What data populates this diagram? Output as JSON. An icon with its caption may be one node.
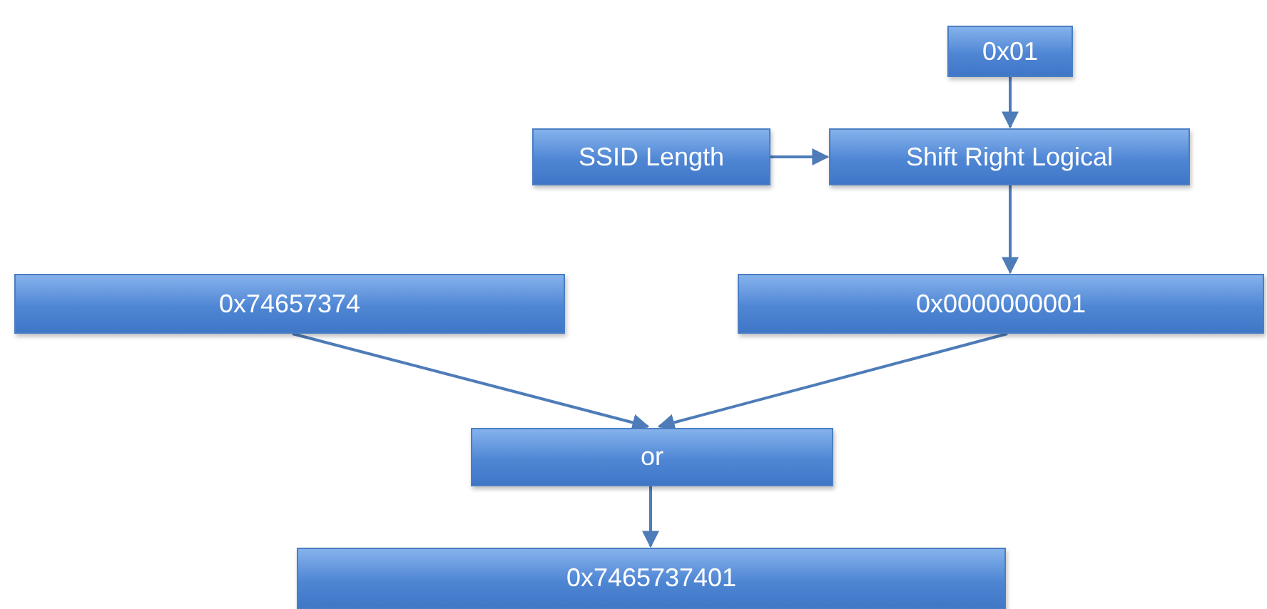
{
  "diagram": {
    "nodes": [
      {
        "text": [
          "0x01"
        ]
      },
      {
        "text": [
          "SSID Length"
        ]
      },
      {
        "text": [
          "Shift Right Logical"
        ]
      },
      {
        "text": [
          "0x74657374"
        ]
      },
      {
        "text": [
          "0x0000000001"
        ]
      },
      {
        "text": [
          "or"
        ]
      },
      {
        "text": [
          "0x7465737401"
        ]
      }
    ],
    "edges": [
      {
        "from": 0,
        "to": 2,
        "arrow": "to"
      },
      {
        "from": 1,
        "to": 2,
        "arrow": "to"
      },
      {
        "from": 2,
        "to": 4,
        "arrow": "to"
      },
      {
        "from": 3,
        "to": 5,
        "arrow": "to"
      },
      {
        "from": 4,
        "to": 5,
        "arrow": "to"
      },
      {
        "from": 5,
        "to": 6,
        "arrow": "to"
      }
    ]
  }
}
